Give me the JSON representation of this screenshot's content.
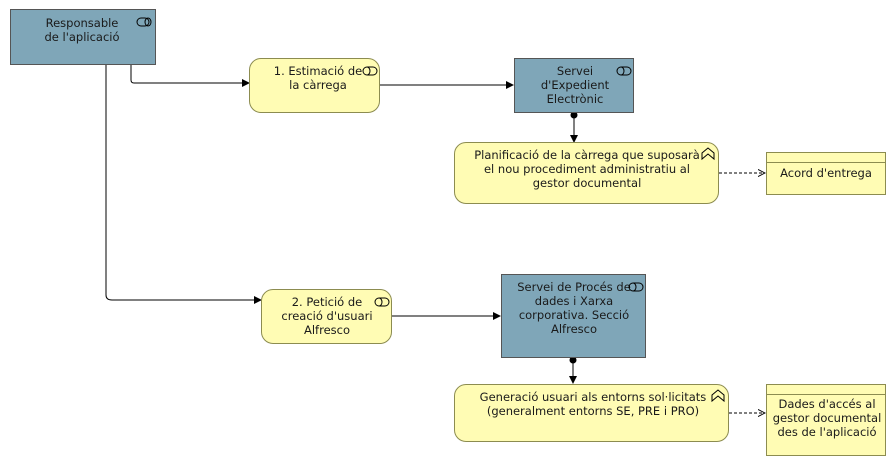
{
  "nodes": {
    "actor": "Responsable de l'aplicació",
    "svc1": "1. Estimació de la càrrega",
    "app1": "Servei d'Expedient Electrònic",
    "proc1": "Planificació de la càrrega que suposarà el nou procediment administratiu al gestor documental",
    "data1": "Acord d'entrega",
    "svc2": "2. Petició de creació d'usuari Alfresco",
    "app2": "Servei de Procés de dades i Xarxa corporativa. Secció Alfresco",
    "proc2": "Generació usuari als entorns sol·licitats (generalment entorns SE, PRE i PRO)",
    "data2": "Dades d'accés al gestor documental des de l'aplicació"
  },
  "colors": {
    "actor_fill": "#7fa6b8",
    "service_fill": "#fffcb4",
    "line": "#000000"
  },
  "icons": {
    "actor": "role-icon",
    "service": "business-service-icon",
    "app": "application-component-icon",
    "process": "business-event-icon"
  }
}
